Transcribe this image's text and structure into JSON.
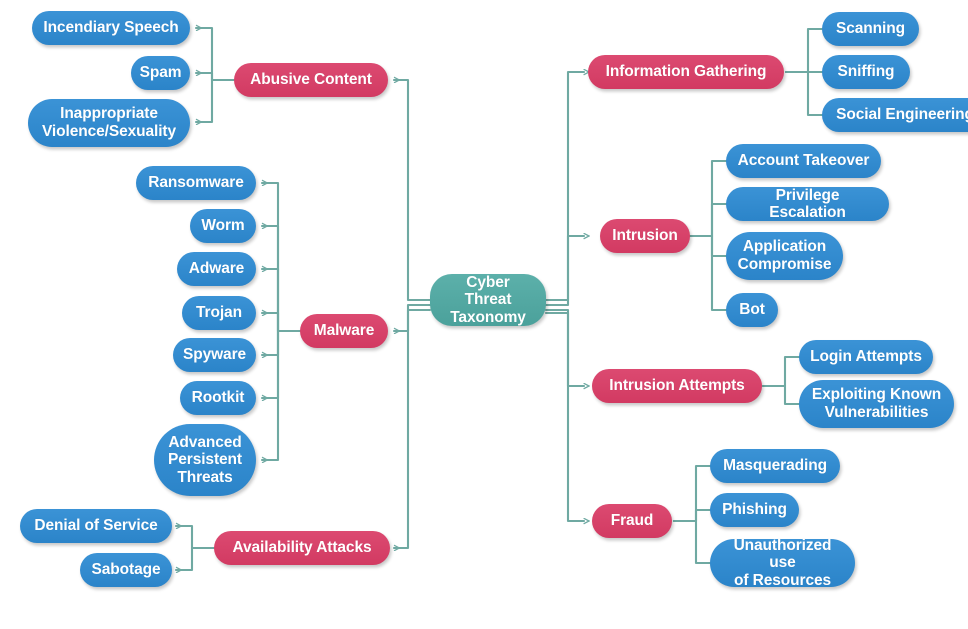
{
  "diagram": {
    "type": "mind-map",
    "title": "Cyber Threat Taxonomy",
    "root": {
      "label": "Cyber Threat\nTaxonomy",
      "color": "#53a8a2"
    },
    "colors": {
      "root": "#53a8a2",
      "branch": "#d63f68",
      "leaf": "#2f89cf",
      "connector": "#6fa9a2",
      "background": "#ffffff",
      "text": "#ffffff"
    },
    "branches": [
      {
        "label": "Abusive Content",
        "side": "left",
        "children": [
          "Incendiary Speech",
          "Spam",
          "Inappropriate\nViolence/Sexuality"
        ]
      },
      {
        "label": "Malware",
        "side": "left",
        "children": [
          "Ransomware",
          "Worm",
          "Adware",
          "Trojan",
          "Spyware",
          "Rootkit",
          "Advanced\nPersistent\nThreats"
        ]
      },
      {
        "label": "Availability Attacks",
        "side": "left",
        "children": [
          "Denial of Service",
          "Sabotage"
        ]
      },
      {
        "label": "Information Gathering",
        "side": "right",
        "children": [
          "Scanning",
          "Sniffing",
          "Social Engineering"
        ]
      },
      {
        "label": "Intrusion",
        "side": "right",
        "children": [
          "Account Takeover",
          "Privilege Escalation",
          "Application\nCompromise",
          "Bot"
        ]
      },
      {
        "label": "Intrusion Attempts",
        "side": "right",
        "children": [
          "Login Attempts",
          "Exploiting Known\nVulnerabilities"
        ]
      },
      {
        "label": "Fraud",
        "side": "right",
        "children": [
          "Masquerading",
          "Phishing",
          "Unauthorized use\nof Resources"
        ]
      }
    ]
  },
  "nodes": {
    "root": "Cyber Threat\nTaxonomy",
    "abusive_content": "Abusive Content",
    "incendiary_speech": "Incendiary Speech",
    "spam": "Spam",
    "inappropriate": "Inappropriate\nViolence/Sexuality",
    "malware": "Malware",
    "ransomware": "Ransomware",
    "worm": "Worm",
    "adware": "Adware",
    "trojan": "Trojan",
    "spyware": "Spyware",
    "rootkit": "Rootkit",
    "apt": "Advanced\nPersistent\nThreats",
    "availability_attacks": "Availability Attacks",
    "denial_of_service": "Denial of Service",
    "sabotage": "Sabotage",
    "information_gathering": "Information Gathering",
    "scanning": "Scanning",
    "sniffing": "Sniffing",
    "social_engineering": "Social Engineering",
    "intrusion": "Intrusion",
    "account_takeover": "Account Takeover",
    "privilege_escalation": "Privilege Escalation",
    "application_compromise": "Application\nCompromise",
    "bot": "Bot",
    "intrusion_attempts": "Intrusion Attempts",
    "login_attempts": "Login Attempts",
    "exploiting_known_vulnerabilities": "Exploiting Known\nVulnerabilities",
    "fraud": "Fraud",
    "masquerading": "Masquerading",
    "phishing": "Phishing",
    "unauthorized_use": "Unauthorized use\nof Resources"
  }
}
